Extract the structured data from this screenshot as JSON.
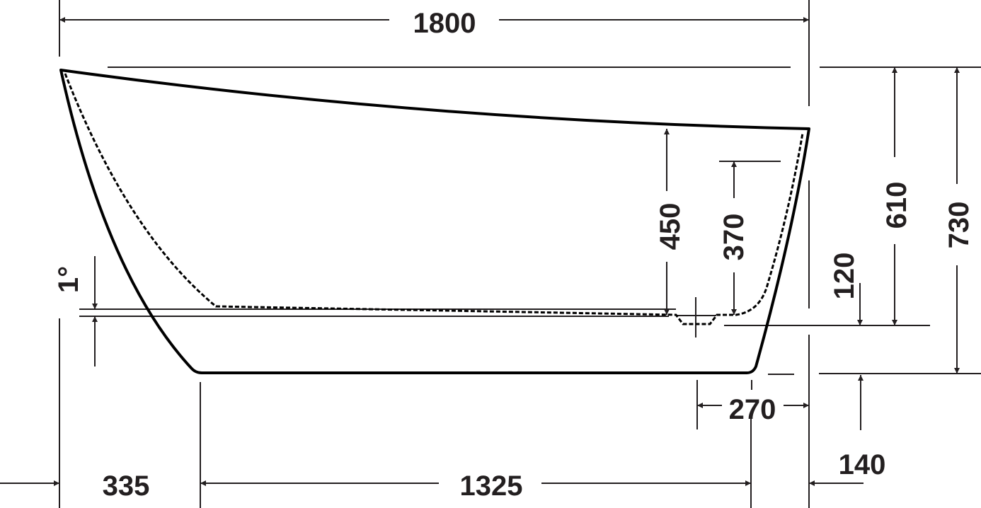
{
  "drawing": {
    "type": "bathtub side elevation",
    "units": "mm",
    "dimensions": {
      "overall_length": "1800",
      "inner_depth": "450",
      "overflow_height": "370",
      "base_slope": "1°",
      "drain_height": "120",
      "height_low_end": "610",
      "overall_height": "730",
      "foot_inset_right": "270",
      "foot_height": "140",
      "foot_inset_left": "335",
      "base_length": "1325"
    },
    "colors": {
      "line": "#231f20",
      "background": "#ffffff"
    }
  }
}
